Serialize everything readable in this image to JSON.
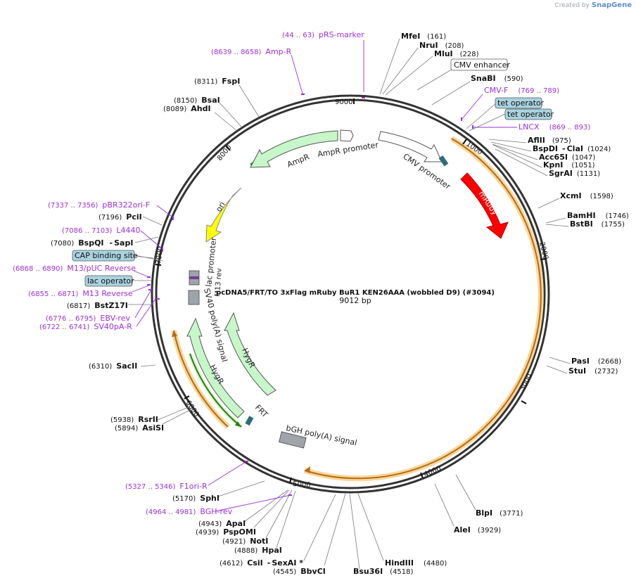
{
  "header": {
    "created_by": "Created by",
    "brand": "SnapGene"
  },
  "plasmid": {
    "name": "pcDNA5/FRT/TO 3xFlag mRuby BuR1 KEN26AAA (wobbled D9) (#3094)",
    "size_label": "9012 bp",
    "total_bp": 9012
  },
  "ticks": [
    {
      "bp": 1000,
      "label": "1000"
    },
    {
      "bp": 2000,
      "label": "2000"
    },
    {
      "bp": 3000,
      "label": "3000"
    },
    {
      "bp": 4000,
      "label": "4000"
    },
    {
      "bp": 5000,
      "label": "5000"
    },
    {
      "bp": 6000,
      "label": "6000"
    },
    {
      "bp": 7000,
      "label": "7000"
    },
    {
      "bp": 8000,
      "label": "8000"
    },
    {
      "bp": 9000,
      "label": "9000"
    }
  ],
  "enzymes": [
    {
      "id": "mfei",
      "name": "MfeI",
      "pos": "(161)"
    },
    {
      "id": "nrui",
      "name": "NruI",
      "pos": "(208)"
    },
    {
      "id": "mlui",
      "name": "MluI",
      "pos": "(228)"
    },
    {
      "id": "snabi",
      "name": "SnaBI",
      "pos": "(590)"
    },
    {
      "id": "aflii",
      "name": "AflII",
      "pos": "(975)"
    },
    {
      "id": "bspdi",
      "name": "BspDI",
      "sep": "-",
      "name2": "ClaI",
      "pos": "(1024)"
    },
    {
      "id": "acc65i",
      "name": "Acc65I",
      "pos": "(1047)"
    },
    {
      "id": "kpni",
      "name": "KpnI",
      "pos": "(1051)"
    },
    {
      "id": "sgrai",
      "name": "SgrAI",
      "pos": "(1131)"
    },
    {
      "id": "xcmi",
      "name": "XcmI",
      "pos": "(1598)"
    },
    {
      "id": "bamhi",
      "name": "BamHI",
      "pos": "(1746)"
    },
    {
      "id": "bstbi",
      "name": "BstBI",
      "pos": "(1755)"
    },
    {
      "id": "pasi",
      "name": "PasI",
      "pos": "(2668)"
    },
    {
      "id": "stui",
      "name": "StuI",
      "pos": "(2732)"
    },
    {
      "id": "blpi",
      "name": "BlpI",
      "pos": "(3771)"
    },
    {
      "id": "alei",
      "name": "AleI",
      "pos": "(3929)"
    },
    {
      "id": "hindiii",
      "name": "HindIII",
      "pos": "(4480)"
    },
    {
      "id": "bsu36i",
      "name": "Bsu36I",
      "pos": "(4518)"
    },
    {
      "id": "bbvci",
      "name": "BbvCI",
      "pos": "(4545)"
    },
    {
      "id": "csii",
      "name": "CsiI",
      "sep": "-",
      "name2": "SexAI *",
      "pos": "(4612)"
    },
    {
      "id": "hpai",
      "name": "HpaI",
      "pos": "(4888)"
    },
    {
      "id": "noti",
      "name": "NotI",
      "pos": "(4921)"
    },
    {
      "id": "pspomi",
      "name": "PspOMI",
      "pos": "(4939)"
    },
    {
      "id": "apai",
      "name": "ApaI",
      "pos": "(4943)"
    },
    {
      "id": "sphi",
      "name": "SphI",
      "pos": "(5170)"
    },
    {
      "id": "asisi",
      "name": "AsiSI",
      "pos": "(5894)"
    },
    {
      "id": "rsrii",
      "name": "RsrII",
      "pos": "(5938)"
    },
    {
      "id": "sacii",
      "name": "SacII",
      "pos": "(6310)"
    },
    {
      "id": "bstz17i",
      "name": "BstZ17I",
      "pos": "(6817)"
    },
    {
      "id": "bspqi",
      "name": "BspQI",
      "sep": "-",
      "name2": "SapI",
      "pos": "(7080)"
    },
    {
      "id": "pcii",
      "name": "PciI",
      "pos": "(7196)"
    },
    {
      "id": "ahdi",
      "name": "AhdI",
      "pos": "(8089)"
    },
    {
      "id": "bsai",
      "name": "BsaI",
      "pos": "(8150)"
    },
    {
      "id": "fspi",
      "name": "FspI",
      "pos": "(8311)"
    }
  ],
  "primers": [
    {
      "id": "prs",
      "name": "pRS-marker",
      "pos": "(44 .. 63)"
    },
    {
      "id": "ampr",
      "name": "Amp-R",
      "pos": "(8639 .. 8658)"
    },
    {
      "id": "cmvf",
      "name": "CMV-F",
      "pos": "(769 .. 789)"
    },
    {
      "id": "lncx",
      "name": "LNCX",
      "pos": "(869 .. 893)"
    },
    {
      "id": "pbr",
      "name": "pBR322ori-F",
      "pos": "(7337 .. 7356)"
    },
    {
      "id": "l4440",
      "name": "L4440",
      "pos": "(7086 .. 7103)"
    },
    {
      "id": "m13puc",
      "name": "M13/pUC Reverse",
      "pos": "(6868 .. 6890)"
    },
    {
      "id": "m13rev",
      "name": "M13 Reverse",
      "pos": "(6855 .. 6871)"
    },
    {
      "id": "ebv",
      "name": "EBV-rev",
      "pos": "(6776 .. 6795)"
    },
    {
      "id": "sv40",
      "name": "SV40pA-R",
      "pos": "(6722 .. 6741)"
    },
    {
      "id": "f1ori",
      "name": "F1ori-R",
      "pos": "(5327 .. 5346)"
    },
    {
      "id": "bgh",
      "name": "BGH-rev",
      "pos": "(4964 .. 4981)"
    }
  ],
  "boxed_features": [
    {
      "id": "cmvenh",
      "label": "CMV enhancer"
    },
    {
      "id": "tetop1",
      "label": "tet operator"
    },
    {
      "id": "tetop2",
      "label": "tet operator"
    },
    {
      "id": "cap",
      "label": "CAP binding site"
    },
    {
      "id": "lacop",
      "label": "lac operator"
    }
  ],
  "features": [
    {
      "id": "cmvprom",
      "label": "CMV promoter"
    },
    {
      "id": "mruby",
      "label": "mRuby"
    },
    {
      "id": "amprprom",
      "label": "AmpR promoter"
    },
    {
      "id": "amprgene",
      "label": "AmpR"
    },
    {
      "id": "ori",
      "label": "ori"
    },
    {
      "id": "lacprom",
      "label": "lac promoter"
    },
    {
      "id": "m13revfeat",
      "label": "M13 rev"
    },
    {
      "id": "sv40pa",
      "label": "SV40 poly(A) signal"
    },
    {
      "id": "hygr1",
      "label": "HygR"
    },
    {
      "id": "hygr2",
      "label": "HygR"
    },
    {
      "id": "frt",
      "label": "FRT"
    },
    {
      "id": "bghpa",
      "label": "bGH poly(A) signal"
    }
  ],
  "colors": {
    "backbone": "#333333",
    "enzyme_line": "#888888",
    "primer": "#9b30d9",
    "mruby": "#ff0000",
    "ori": "#ffff00",
    "hygr": "#c7f7c9",
    "ampr": "#c7f7c9",
    "promoter": "#ffffff",
    "orange_orf": "#e89a2a",
    "boxed_fill": "#a9d3e0",
    "grey_feat": "#9ea4aa",
    "dark_teal": "#2c6e78"
  }
}
